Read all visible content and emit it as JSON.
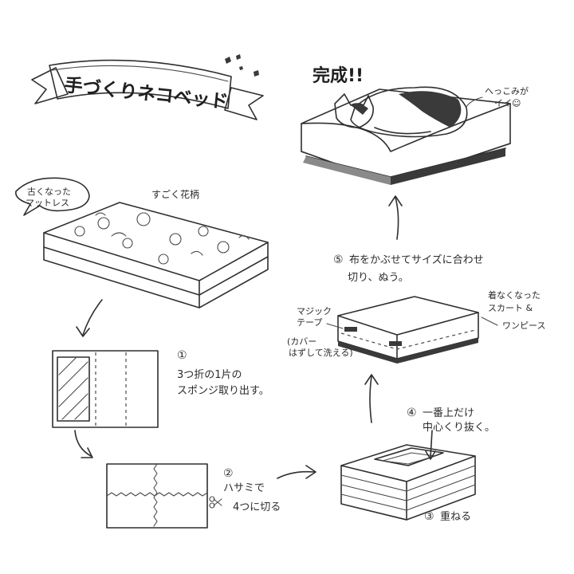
{
  "title": "手づくりネコベッド",
  "finished": {
    "label": "完成!!",
    "note_line1": "へっこみが",
    "note_line2": "イイ☺"
  },
  "mattress": {
    "bubble_line1": "古くなった",
    "bubble_line2": "マットレス",
    "pattern_label": "すごく花柄"
  },
  "steps": [
    {
      "number": "①",
      "line1": "3つ折の1片の",
      "line2": "スポンジ取り出す。"
    },
    {
      "number": "②",
      "line1": "ハサミで",
      "line2": "4つに切る"
    },
    {
      "number": "③",
      "line1": "重ねる"
    },
    {
      "number": "④",
      "line1": "一番上だけ",
      "line2": "中心くり抜く。"
    },
    {
      "number": "⑤",
      "line1": "布をかぶせてサイズに合わせ",
      "line2": "切り、ぬう。"
    }
  ],
  "cover_labels": {
    "tape_line1": "マジック",
    "tape_line2": "テープ",
    "removable_line1": "(カバー",
    "removable_line2": "はずして洗える)",
    "fabric_line1": "着なくなった",
    "fabric_line2": "スカート &",
    "fabric_line3": "ワンピース"
  },
  "colors": {
    "ink": "#2f2f2f",
    "paper": "#ffffff"
  }
}
